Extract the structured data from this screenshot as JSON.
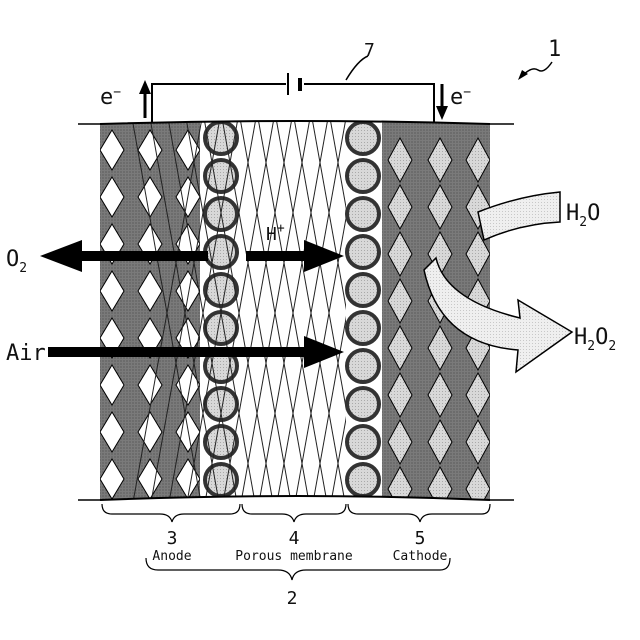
{
  "figure_ref": "1",
  "ref_power_source": "7",
  "electron_left": {
    "base": "e",
    "sup": "−"
  },
  "electron_right": {
    "base": "e",
    "sup": "−"
  },
  "proton": {
    "base": "H",
    "sup": "+"
  },
  "oxygen": {
    "base": "O",
    "sub": "2"
  },
  "air": "Air",
  "water": {
    "base": "H",
    "sub": "2",
    "tail": "O"
  },
  "peroxide": {
    "base": "H",
    "sub1": "2",
    "mid": "O",
    "sub2": "2"
  },
  "layers": [
    {
      "ref": "3",
      "name": "Anode"
    },
    {
      "ref": "4",
      "name": "Porous membrane"
    },
    {
      "ref": "5",
      "name": "Cathode"
    }
  ],
  "ref_assembly": "2",
  "colors": {
    "electrode_dark": "#6a6a6a",
    "electrode_light": "#bfbfbf",
    "catalyst_fill": "#d4d4d4",
    "arrow_fill": "#000000",
    "flow_fill": "#e6e6e6"
  }
}
